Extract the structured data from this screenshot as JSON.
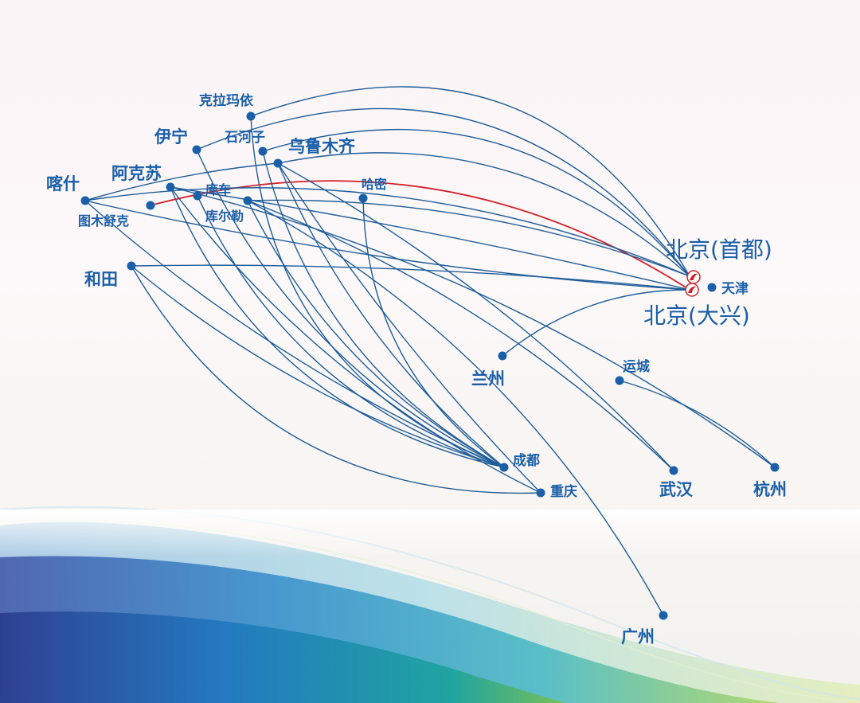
{
  "map": {
    "colors": {
      "route": "#1d5d98",
      "highlight_route": "#d22127",
      "city": "#1a5fa8",
      "logo": "#d22127"
    },
    "cities": [
      {
        "id": "kelamayi",
        "name": "克拉玛依"
      },
      {
        "id": "yining",
        "name": "伊宁"
      },
      {
        "id": "shihezi",
        "name": "石河子"
      },
      {
        "id": "urumqi",
        "name": "乌鲁木齐"
      },
      {
        "id": "kashi",
        "name": "喀什"
      },
      {
        "id": "akesu",
        "name": "阿克苏"
      },
      {
        "id": "kuche",
        "name": "库车"
      },
      {
        "id": "hami",
        "name": "哈密"
      },
      {
        "id": "tumushuke",
        "name": "图木舒克"
      },
      {
        "id": "kuerle",
        "name": "库尔勒"
      },
      {
        "id": "hetian",
        "name": "和田"
      },
      {
        "id": "beijing_capital",
        "name": "北京(首都)"
      },
      {
        "id": "tianjin",
        "name": "天津"
      },
      {
        "id": "beijing_daxing",
        "name": "北京(大兴)"
      },
      {
        "id": "lanzhou",
        "name": "兰州"
      },
      {
        "id": "yuncheng",
        "name": "运城"
      },
      {
        "id": "chengdu",
        "name": "成都"
      },
      {
        "id": "chongqing",
        "name": "重庆"
      },
      {
        "id": "wuhan",
        "name": "武汉"
      },
      {
        "id": "hangzhou",
        "name": "杭州"
      },
      {
        "id": "guangzhou",
        "name": "广州"
      }
    ],
    "routes": [
      [
        "tumushuke",
        "beijing_daxing"
      ],
      [
        "kelamayi",
        "beijing_capital"
      ],
      [
        "yining",
        "beijing_capital"
      ],
      [
        "shihezi",
        "beijing_capital"
      ],
      [
        "urumqi",
        "beijing_capital"
      ],
      [
        "kashi",
        "beijing_capital"
      ],
      [
        "kuerle",
        "beijing_capital"
      ],
      [
        "akesu",
        "beijing_daxing"
      ],
      [
        "hetian",
        "beijing_daxing"
      ],
      [
        "kashi",
        "beijing_daxing"
      ],
      [
        "kashi",
        "urumqi"
      ],
      [
        "lanzhou",
        "beijing_daxing"
      ],
      [
        "kelamayi",
        "chengdu"
      ],
      [
        "yining",
        "chengdu"
      ],
      [
        "shihezi",
        "chengdu"
      ],
      [
        "urumqi",
        "chengdu"
      ],
      [
        "kashi",
        "chengdu"
      ],
      [
        "akesu",
        "chengdu"
      ],
      [
        "kuche",
        "chengdu"
      ],
      [
        "kuerle",
        "chengdu"
      ],
      [
        "hetian",
        "chengdu"
      ],
      [
        "hami",
        "chengdu"
      ],
      [
        "urumqi",
        "chongqing"
      ],
      [
        "akesu",
        "chongqing"
      ],
      [
        "hetian",
        "chongqing"
      ],
      [
        "urumqi",
        "wuhan"
      ],
      [
        "kuerle",
        "wuhan"
      ],
      [
        "kuerle",
        "guangzhou"
      ],
      [
        "akesu",
        "hangzhou"
      ],
      [
        "yuncheng",
        "hangzhou"
      ]
    ]
  }
}
